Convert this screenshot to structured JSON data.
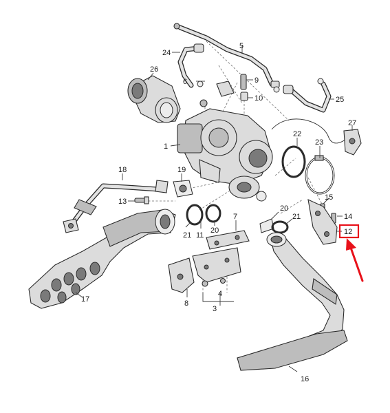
{
  "diagram": {
    "labels": {
      "l1": "1",
      "l3": "3",
      "l4": "4",
      "l5": "5",
      "l6": "6",
      "l7": "7",
      "l8": "8",
      "l9": "9",
      "l10": "10",
      "l11": "11",
      "l12": "12",
      "l13": "13",
      "l14": "14",
      "l15": "15",
      "l16": "16",
      "l17": "17",
      "l18": "18",
      "l19": "19",
      "l20a": "20",
      "l20b": "20",
      "l21a": "21",
      "l21b": "21",
      "l22": "22",
      "l23": "23",
      "l24": "24",
      "l25": "25",
      "l26": "26",
      "l27": "27"
    },
    "highlight": {
      "part": "12",
      "color": "#e8111a"
    }
  }
}
